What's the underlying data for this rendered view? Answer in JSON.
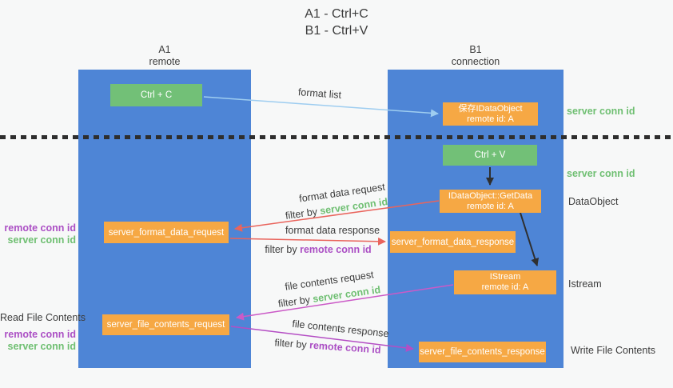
{
  "title": {
    "line1": "A1 - Ctrl+C",
    "line2": "B1 - Ctrl+V"
  },
  "colors": {
    "lane_blue": "#4e85d6",
    "node_green": "#72c077",
    "node_orange": "#f6a844",
    "accent_green": "#6fbf72",
    "accent_purple": "#ab4fc4",
    "arrow_lightblue": "#9ecdf0",
    "arrow_black": "#2f2f2f",
    "arrow_red": "#e9645c",
    "arrow_magenta": "#cb5ac7",
    "arrow_purple": "#b44ec4"
  },
  "lanes": {
    "a1": {
      "name": "A1",
      "subtitle": "remote"
    },
    "b1": {
      "name": "B1",
      "subtitle": "connection"
    }
  },
  "nodes": {
    "ctrl_c": {
      "label": "Ctrl + C"
    },
    "ctrl_v": {
      "label": "Ctrl + V"
    },
    "save_idataobject": {
      "line1": "保存IDataObject",
      "line2": "remote id: A"
    },
    "getdata": {
      "line1": "IDataObject::GetData",
      "line2": "remote id: A"
    },
    "istream": {
      "line1": "IStream",
      "line2": "remote id: A"
    },
    "format_request": {
      "label": "server_format_data_request"
    },
    "format_response": {
      "label": "server_format_data_response"
    },
    "file_request": {
      "label": "server_file_contents_request"
    },
    "file_response": {
      "label": "server_file_contents_response"
    }
  },
  "arrow_labels": {
    "format_list": "format list",
    "format_data_request": "format data request",
    "format_data_request_filter": {
      "prefix": "filter by ",
      "highlight": "server conn id"
    },
    "format_data_response": "format data response",
    "format_data_response_filter": {
      "prefix": "filter by ",
      "highlight": "remote conn id"
    },
    "file_contents_request": "file contents request",
    "file_contents_request_filter": {
      "prefix": "filter by ",
      "highlight": "server conn id"
    },
    "file_contents_response": "file contents response",
    "file_contents_response_filter": {
      "prefix": "filter by ",
      "highlight": "remote conn id"
    }
  },
  "side_labels": {
    "server_conn_id_top": "server conn id",
    "server_conn_id_mid": "server conn id",
    "dataobject": "DataObject",
    "istream": "Istream",
    "write_file_contents": "Write File Contents",
    "read_file_contents": "Read File Contents",
    "remote_conn_id_format": "remote conn id",
    "server_conn_id_format": "server conn id",
    "remote_conn_id_file": "remote conn id",
    "server_conn_id_file": "server conn id"
  }
}
